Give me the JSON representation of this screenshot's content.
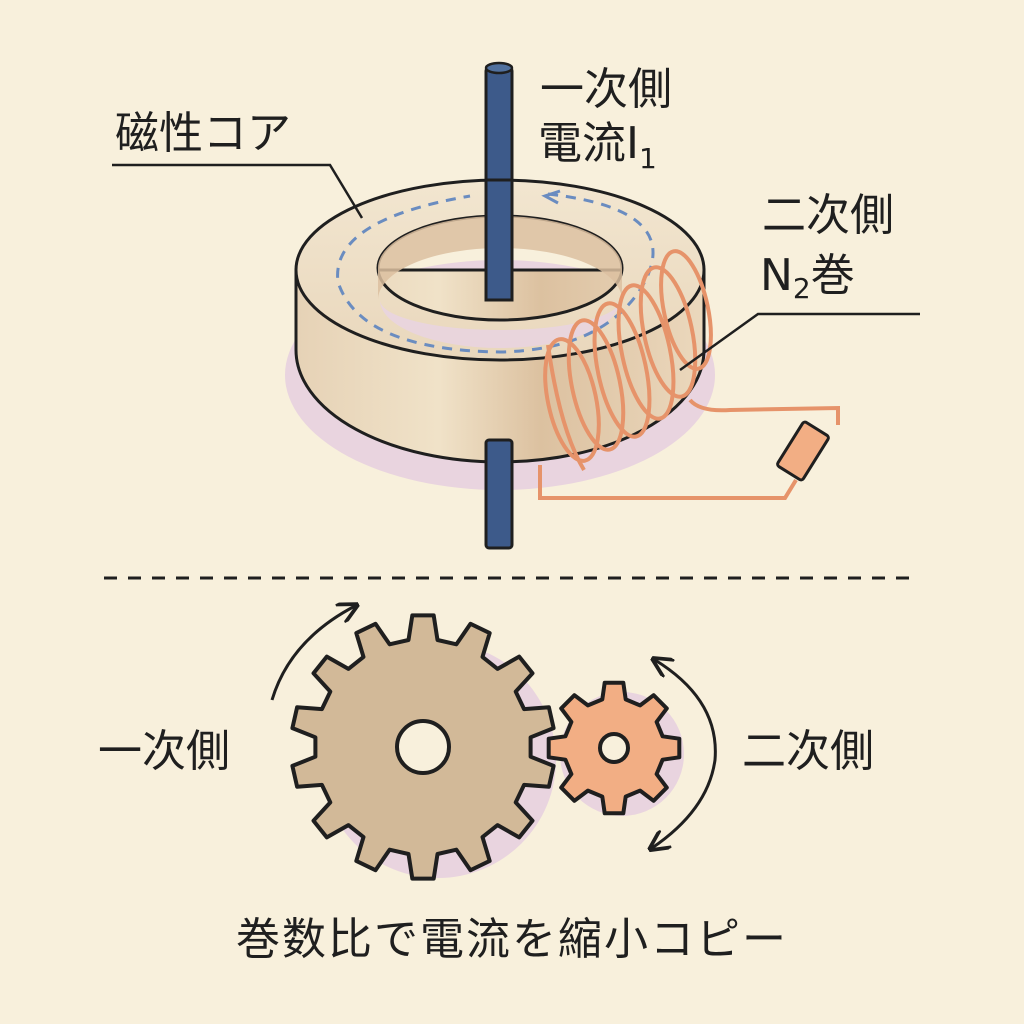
{
  "labels": {
    "core": "磁性コア",
    "primary_current_line1": "一次側",
    "primary_current_line2": "電流I",
    "primary_current_sub": "1",
    "secondary_line1": "二次側",
    "secondary_n": "N",
    "secondary_sub": "2",
    "secondary_turns": "巻",
    "gear_primary": "一次側",
    "gear_secondary": "二次側",
    "caption": "巻数比で電流を縮小コピー"
  },
  "colors": {
    "background": "#f8f0dc",
    "core": "#e8d2b4",
    "wire": "#3d5a8a",
    "coil": "#e6936a",
    "flux_arrow": "#6a8cc0",
    "gear_primary": "#d2b998",
    "gear_secondary": "#f2ae84",
    "shadow": "#e2c8e0"
  },
  "icons": {
    "primary_gear": "large-gear-icon",
    "secondary_gear": "small-gear-icon",
    "resistor": "resistor-icon"
  }
}
